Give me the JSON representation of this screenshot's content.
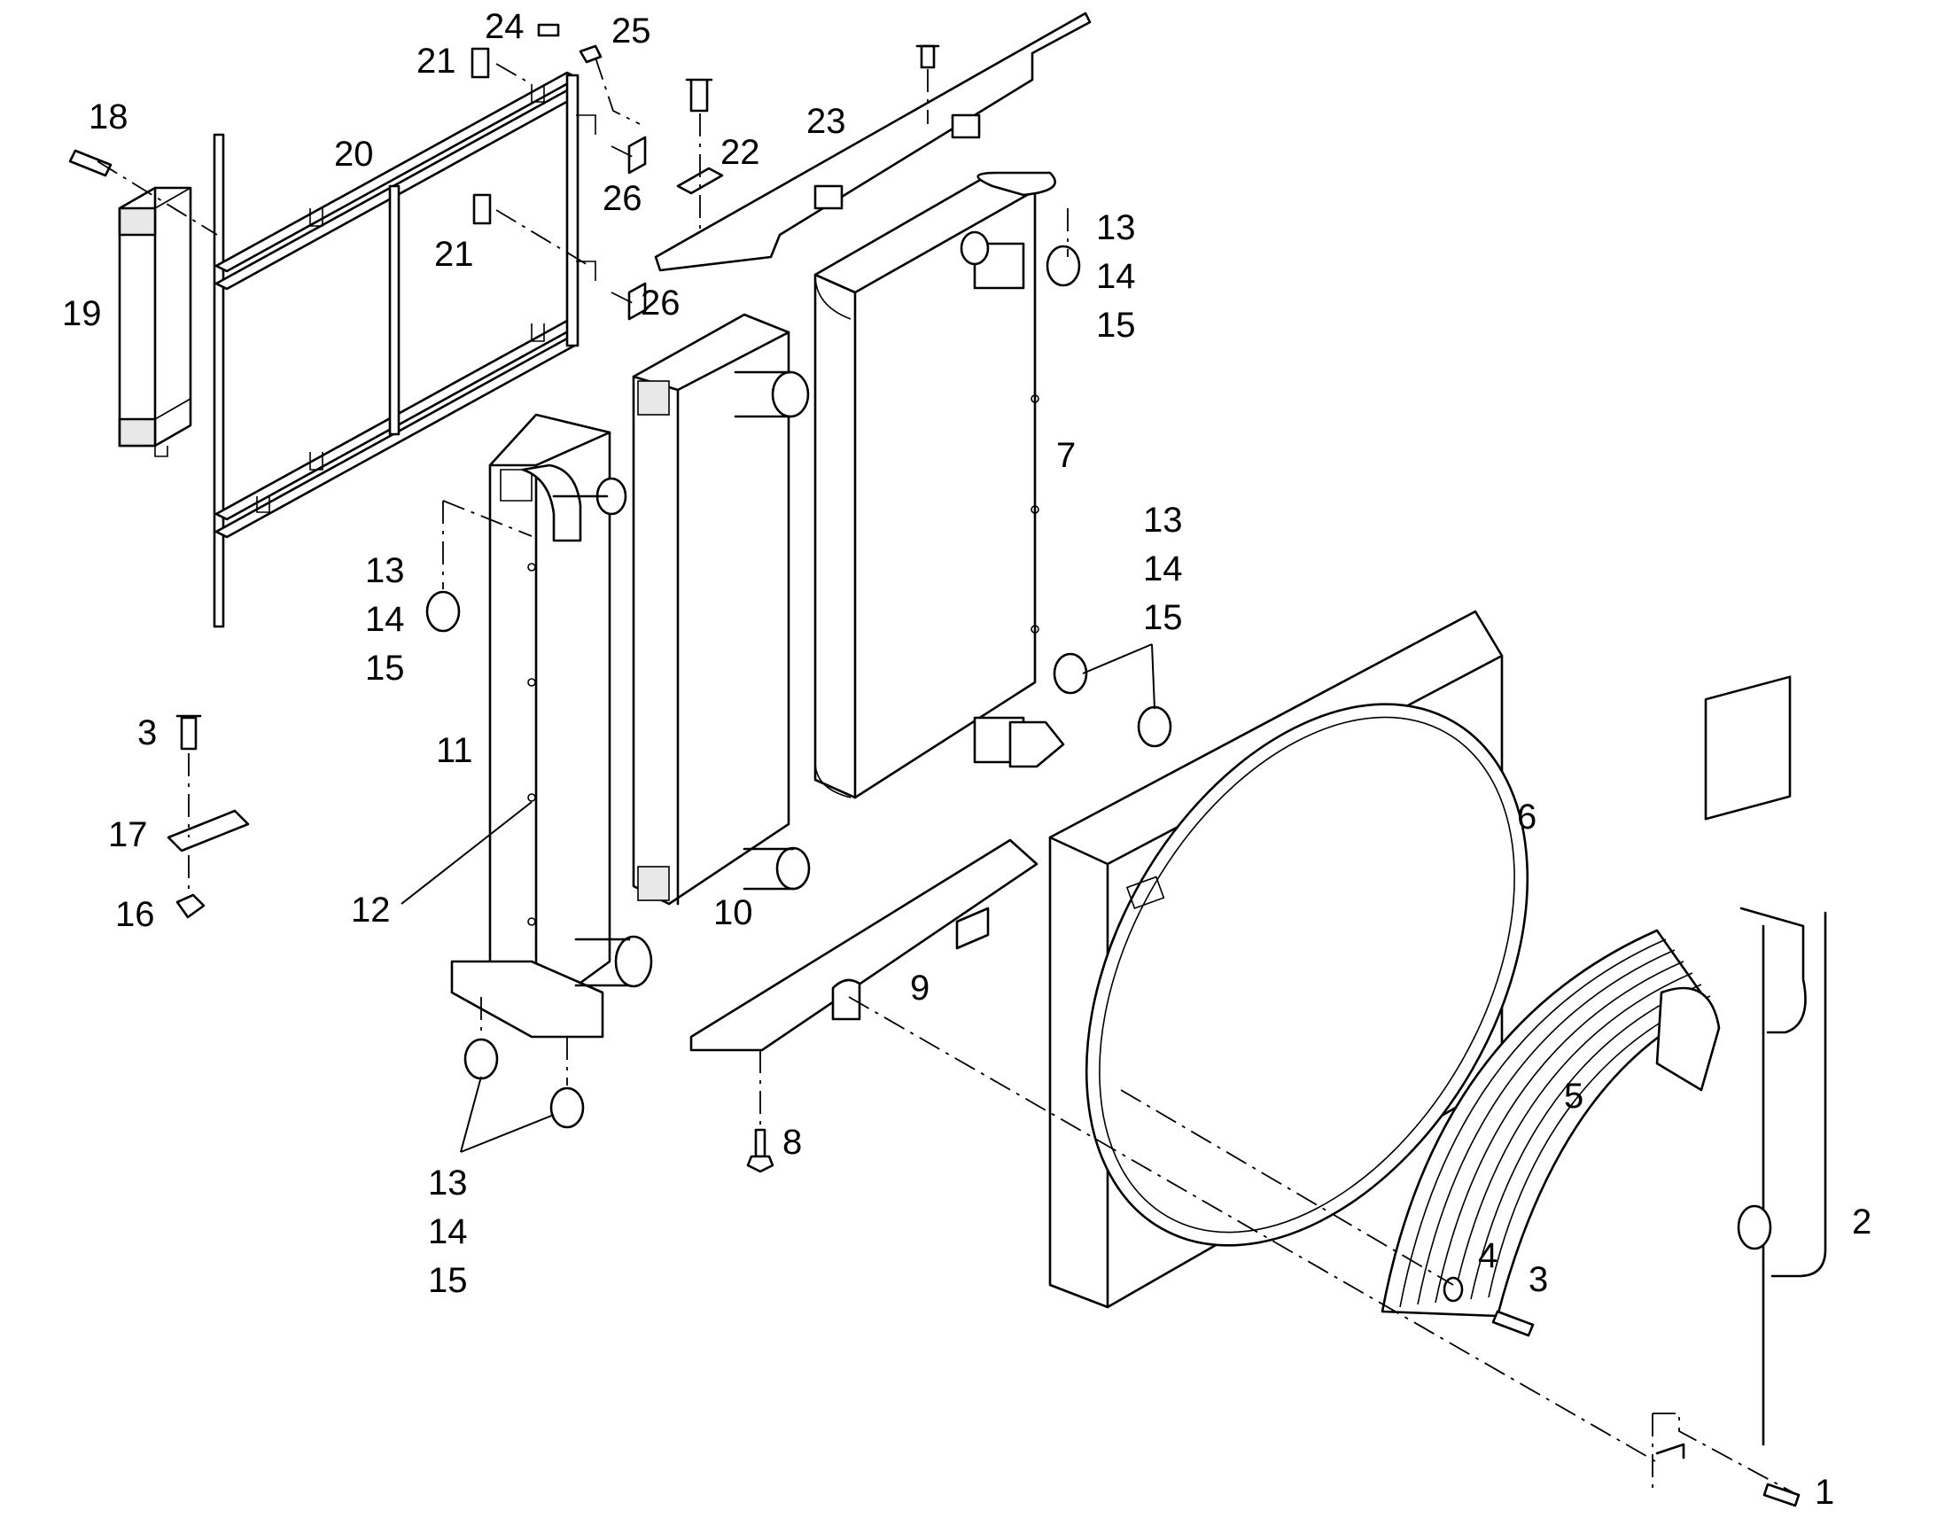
{
  "callouts": {
    "c1": "1",
    "c2": "2",
    "c3a": "3",
    "c3b": "3",
    "c4": "4",
    "c5": "5",
    "c6": "6",
    "c7": "7",
    "c8": "8",
    "c9": "9",
    "c10": "10",
    "c11": "11",
    "c12": "12",
    "c13a": "13",
    "c14a": "14",
    "c15a": "15",
    "c13b": "13",
    "c14b": "14",
    "c15b": "15",
    "c13c": "13",
    "c14c": "14",
    "c15c": "15",
    "c13d": "13",
    "c14d": "14",
    "c15d": "15",
    "c16": "16",
    "c17": "17",
    "c18": "18",
    "c19": "19",
    "c20": "20",
    "c21a": "21",
    "c21b": "21",
    "c22": "22",
    "c23": "23",
    "c24": "24",
    "c25": "25",
    "c26a": "26",
    "c26b": "26"
  }
}
